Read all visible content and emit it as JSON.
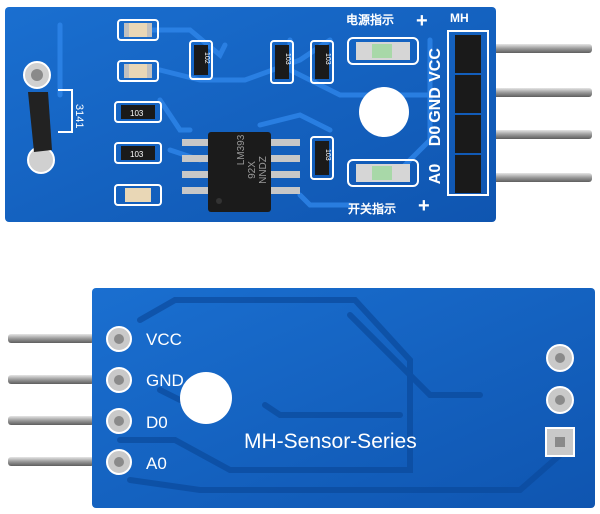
{
  "top_board": {
    "label_mh": "MH",
    "pin_vcc": "VCC",
    "pin_gnd": "GND",
    "pin_d0": "D0",
    "pin_a0": "A0",
    "power_led_label": "电源指示",
    "switch_led_label": "开关指示",
    "plus_sign": "+",
    "ic_line1": "LM393",
    "ic_line2": "92X",
    "ic_line3": "NNDZ",
    "thermistor_label": "3141",
    "resistor_code": "103",
    "resistor_code_alt": "102",
    "resistor_code_top": "103"
  },
  "bottom_board": {
    "series_label": "MH-Sensor-Series",
    "pin_vcc": "VCC",
    "pin_gnd": "GND",
    "pin_d0": "D0",
    "pin_a0": "A0"
  },
  "colors": {
    "pcb_blue": "#1565c8",
    "pcb_dark": "#0d4fa6",
    "trace_blue": "#2a7be0",
    "header_black": "#1a1a1a",
    "pin_silver": "#a9a9a9",
    "silkscreen": "#ffffff"
  }
}
